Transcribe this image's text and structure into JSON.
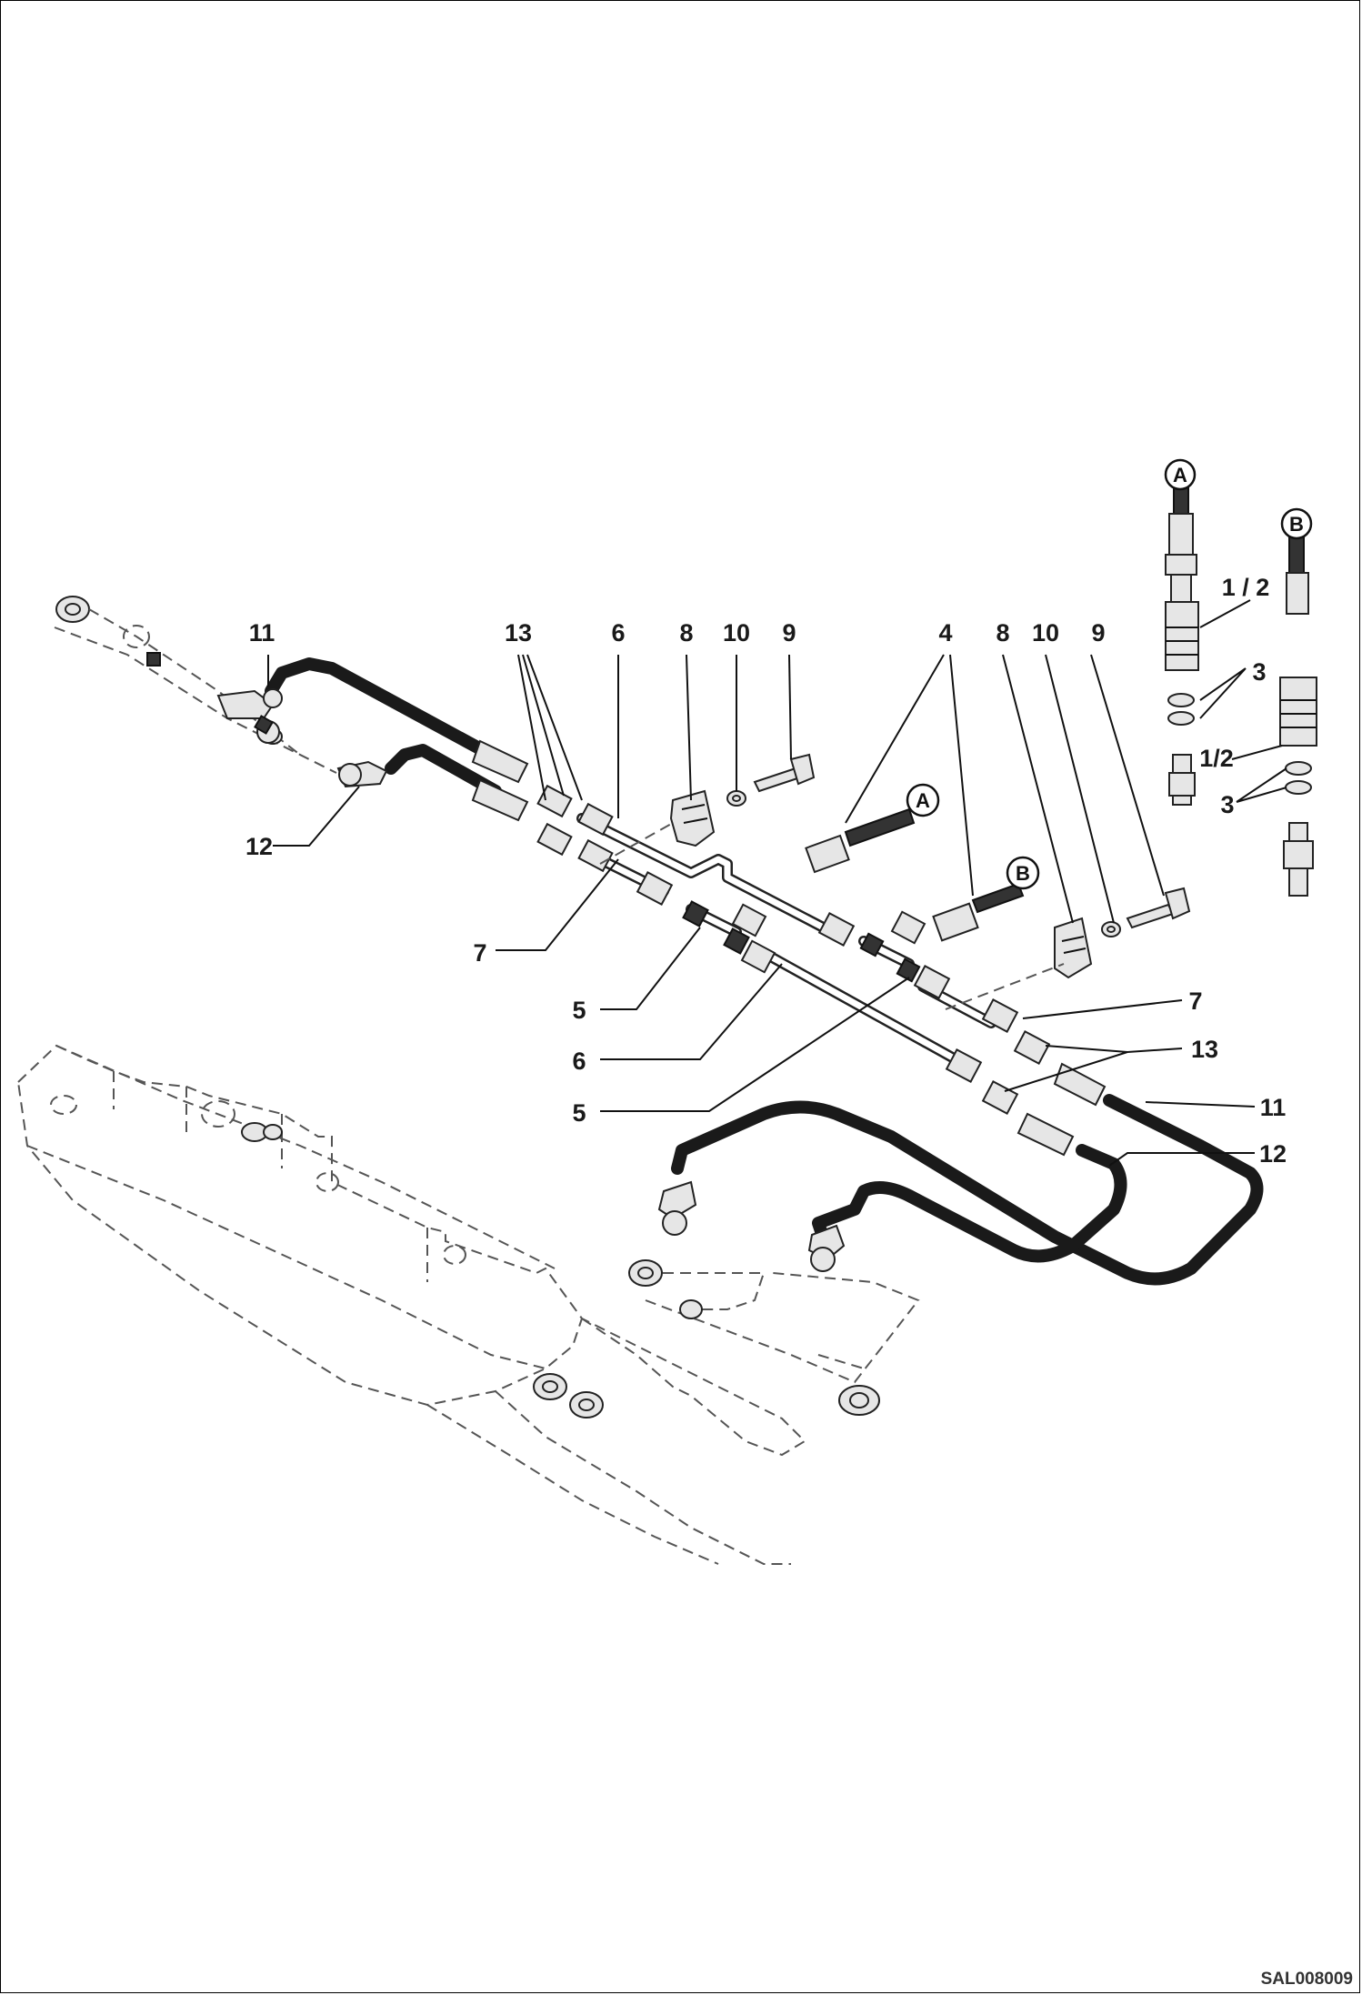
{
  "diagram": {
    "part_labels": {
      "l11_top": "11",
      "l12_left": "12",
      "l13_top": "13",
      "l6_top": "6",
      "l8_top_a": "8",
      "l10_top_a": "10",
      "l9_top_a": "9",
      "l4_top": "4",
      "l8_top_b": "8",
      "l10_top_b": "10",
      "l9_top_b": "9",
      "l1_2_a": "1 / 2",
      "l3_a": "3",
      "l1_2_b": "1/2",
      "l3_b": "3",
      "l7_left": "7",
      "l5_left_a": "5",
      "l6_left": "6",
      "l5_left_b": "5",
      "l7_right": "7",
      "l13_right": "13",
      "l11_right": "11",
      "l12_right": "12"
    },
    "circle_refs": {
      "a_top": "A",
      "b_top": "B",
      "a_mid": "A",
      "b_mid": "B"
    },
    "drawing_code": "SAL008009"
  }
}
